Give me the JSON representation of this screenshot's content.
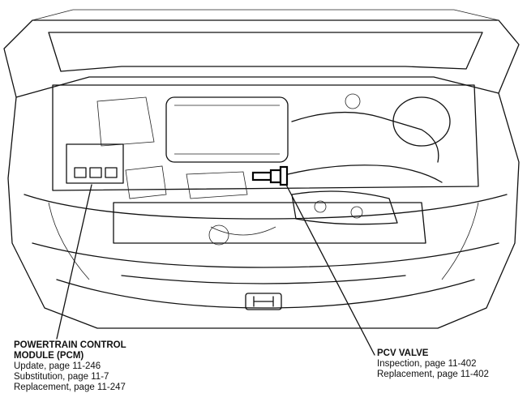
{
  "labels": {
    "pcm": {
      "title_line1": "POWERTRAIN CONTROL",
      "title_line2": "MODULE (PCM)",
      "refs": [
        "Update, page 11-246",
        "Substitution, page 11-7",
        "Replacement, page 11-247"
      ]
    },
    "pcv": {
      "title": "PCV VALVE",
      "refs": [
        "Inspection, page 11-402",
        "Replacement, page 11-402"
      ]
    }
  },
  "colors": {
    "line": "#111111",
    "background": "#ffffff"
  },
  "icons": [
    "honda-emblem-icon"
  ]
}
